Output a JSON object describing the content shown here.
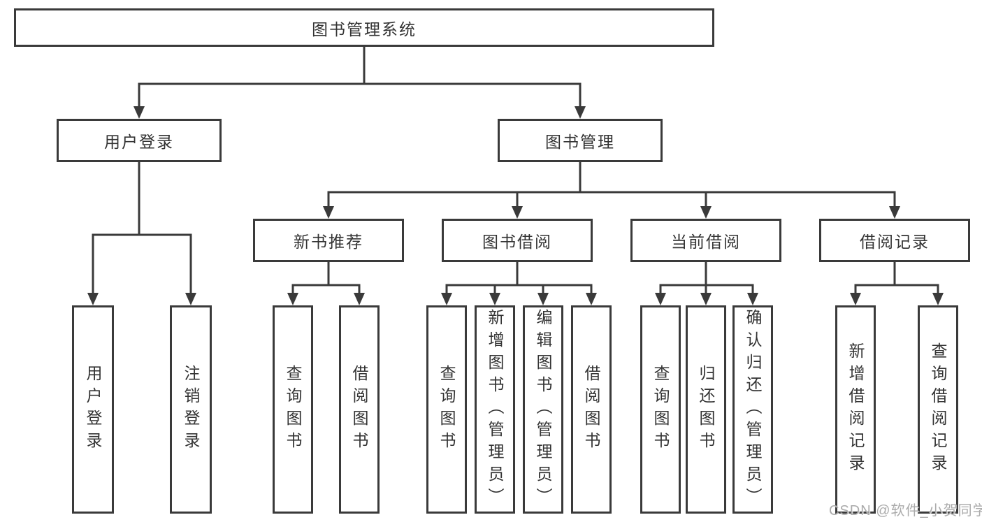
{
  "diagram": {
    "root": "图书管理系统",
    "level2": [
      "用户登录",
      "图书管理"
    ],
    "level3": [
      "新书推荐",
      "图书借阅",
      "当前借阅",
      "借阅记录"
    ],
    "leaves": {
      "user_login": [
        "用户登录",
        "注销登录"
      ],
      "new_books": [
        "查询图书",
        "借阅图书"
      ],
      "book_borrowing": [
        "查询图书",
        "新增图书（管理员）",
        "编辑图书（管理员）",
        "借阅图书"
      ],
      "current_borrowing": [
        "查询图书",
        "归还图书",
        "确认归还（管理员）"
      ],
      "borrowing_records": [
        "新增借阅记录",
        "查询借阅记录"
      ]
    },
    "watermark": "CSDN @软件_小贺同学",
    "colors": {
      "line": "#3a3a3a",
      "text": "#333333",
      "box_background": "#ffffff",
      "watermark": "#ababab",
      "page_background": "#ffffff"
    }
  }
}
